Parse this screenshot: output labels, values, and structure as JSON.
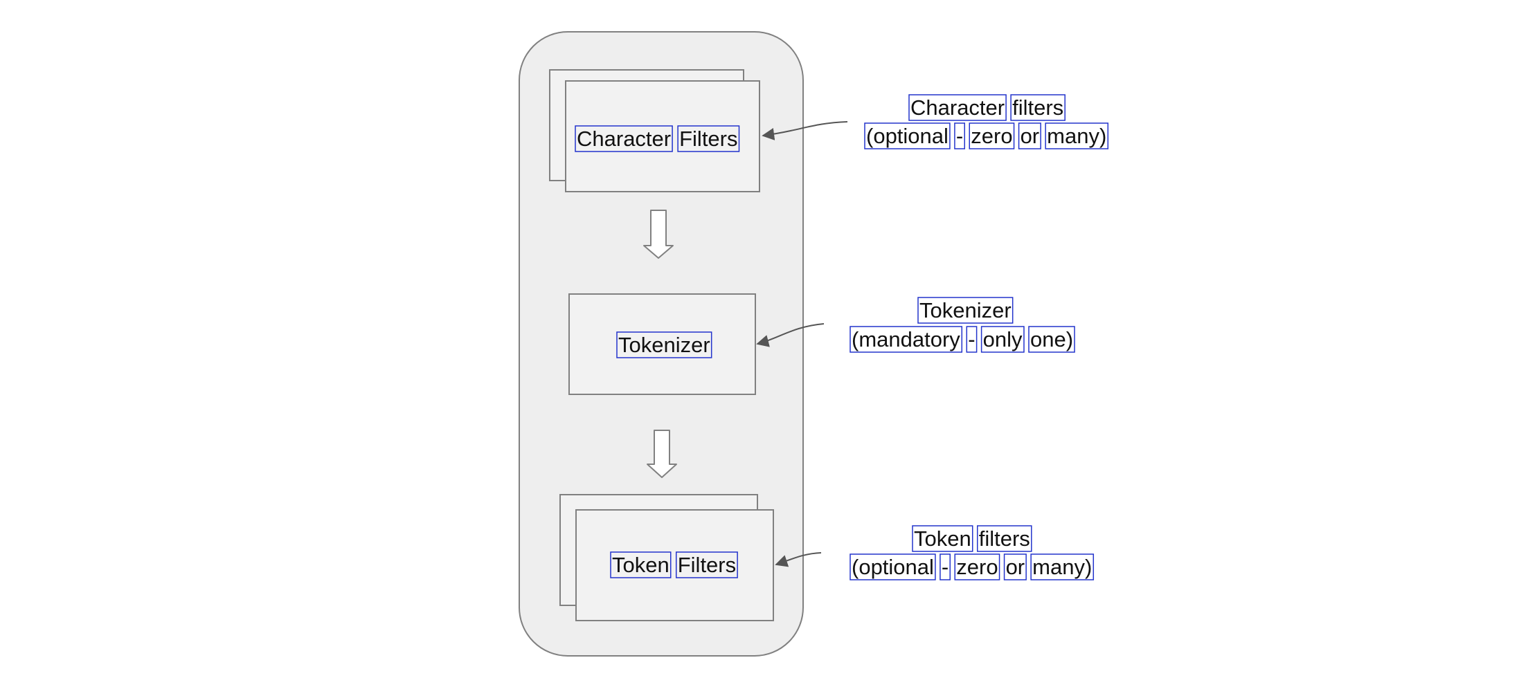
{
  "pipeline": {
    "character_filters_label": [
      "Character",
      "Filters"
    ],
    "tokenizer_label": [
      "Tokenizer"
    ],
    "token_filters_label": [
      "Token",
      "Filters"
    ]
  },
  "annotations": {
    "character_filters": {
      "title": [
        "Character",
        "filters"
      ],
      "note": [
        "(optional",
        "-",
        "zero",
        "or",
        "many)"
      ]
    },
    "tokenizer": {
      "title": [
        "Tokenizer"
      ],
      "note": [
        "(mandatory",
        "-",
        "only",
        "one)"
      ]
    },
    "token_filters": {
      "title": [
        "Token",
        "filters"
      ],
      "note": [
        "(optional",
        "-",
        "zero",
        "or",
        "many)"
      ]
    }
  },
  "colors": {
    "container_fill": "#eeeeee",
    "box_fill": "#f2f2f2",
    "stroke": "#808080",
    "word_box": "#2233cc",
    "text": "#111111"
  }
}
